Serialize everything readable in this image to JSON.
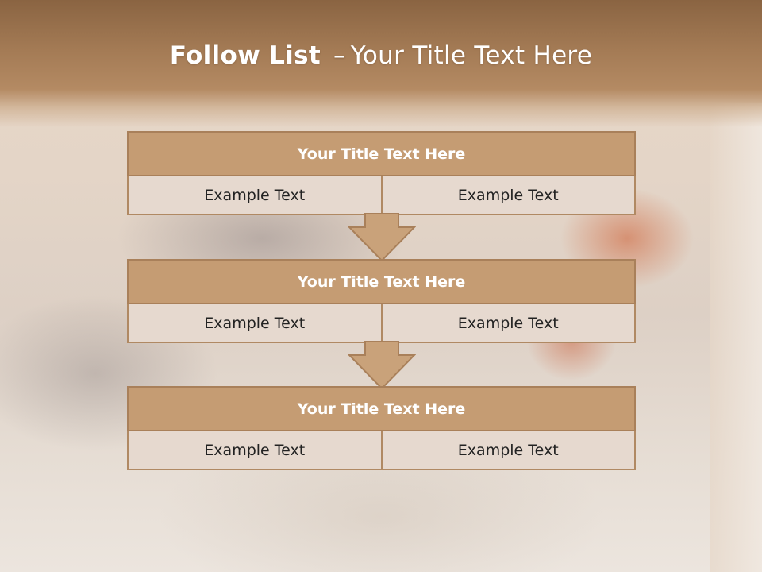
{
  "header": {
    "title_bold": "Follow List",
    "title_separator": "–",
    "title_rest": "Your Title Text Here"
  },
  "blocks": [
    {
      "title": "Your Title Text Here",
      "cells": [
        "Example Text",
        "Example Text"
      ]
    },
    {
      "title": "Your Title Text Here",
      "cells": [
        "Example Text",
        "Example Text"
      ]
    },
    {
      "title": "Your Title Text Here",
      "cells": [
        "Example Text",
        "Example Text"
      ]
    }
  ],
  "colors": {
    "header_band": "#a47b55",
    "block_title_fill": "#c59c73",
    "block_cell_fill": "#e6d9cf",
    "border": "#a9805a",
    "arrow_fill": "#c9a27a"
  }
}
